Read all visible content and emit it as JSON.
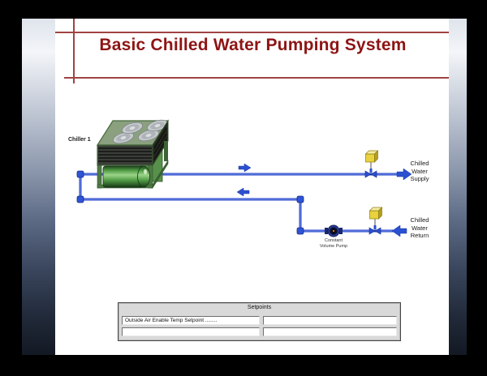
{
  "slide": {
    "title": "Basic Chilled Water Pumping System"
  },
  "diagram": {
    "chiller_label": "Chiller 1",
    "supply_label": {
      "l1": "Chilled",
      "l2": "Water",
      "l3": "Supply"
    },
    "return_label": {
      "l1": "Chilled",
      "l2": "Water",
      "l3": "Return"
    },
    "pump_label": {
      "l1": "Constant",
      "l2": "Volume Pump"
    },
    "icons": [
      "chiller-icon",
      "pump-icon",
      "valve-actuator-icon",
      "flow-arrow-icon",
      "pipe-elbow-icon"
    ]
  },
  "setpoints": {
    "header": "Setpoints",
    "rows": [
      {
        "left": "Outside Air Enable Temp Setpoint ........",
        "right": ""
      },
      {
        "left": "",
        "right": ""
      }
    ]
  },
  "colors": {
    "title_text": "#8e1414",
    "accent_rule": "#a04343",
    "pipe_blue": "#2343c8",
    "actuator_yellow": "#e8d23e",
    "chiller_green": "#4f9a43",
    "slide_bg": "#ffffff",
    "frame_bg": "#000000"
  }
}
